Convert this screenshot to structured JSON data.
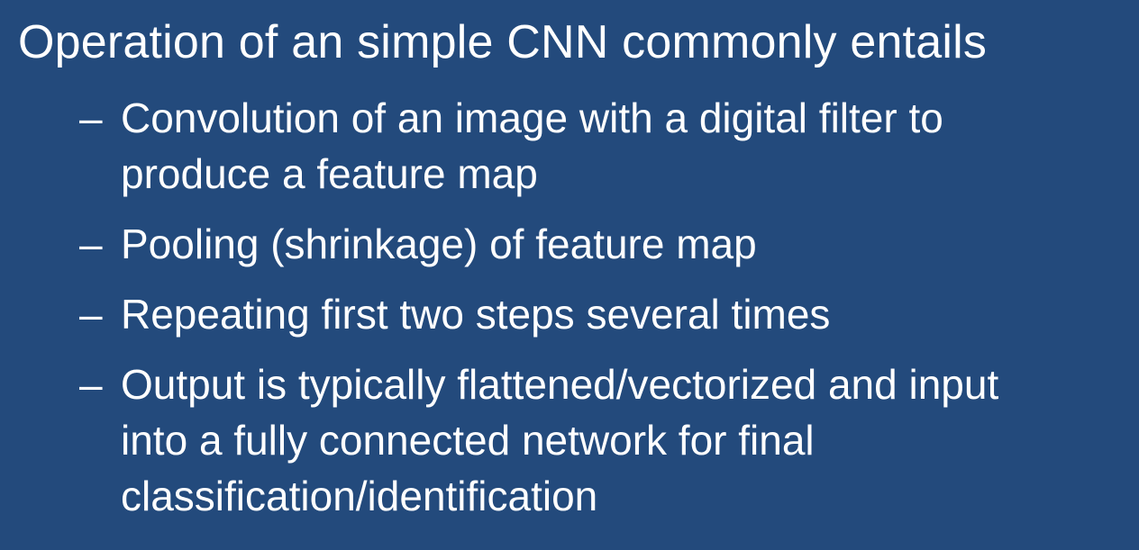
{
  "slide": {
    "title": "Operation of an simple CNN commonly entails",
    "dash": "–",
    "bullets": [
      "Convolution of an image with a digital filter to produce a feature map",
      "Pooling (shrinkage) of feature map",
      "Repeating first two steps several times",
      "Output is typically flattened/vectorized and input into a fully connected network for final classification/identification"
    ]
  },
  "colors": {
    "background": "#234a7c",
    "text": "#ffffff"
  }
}
